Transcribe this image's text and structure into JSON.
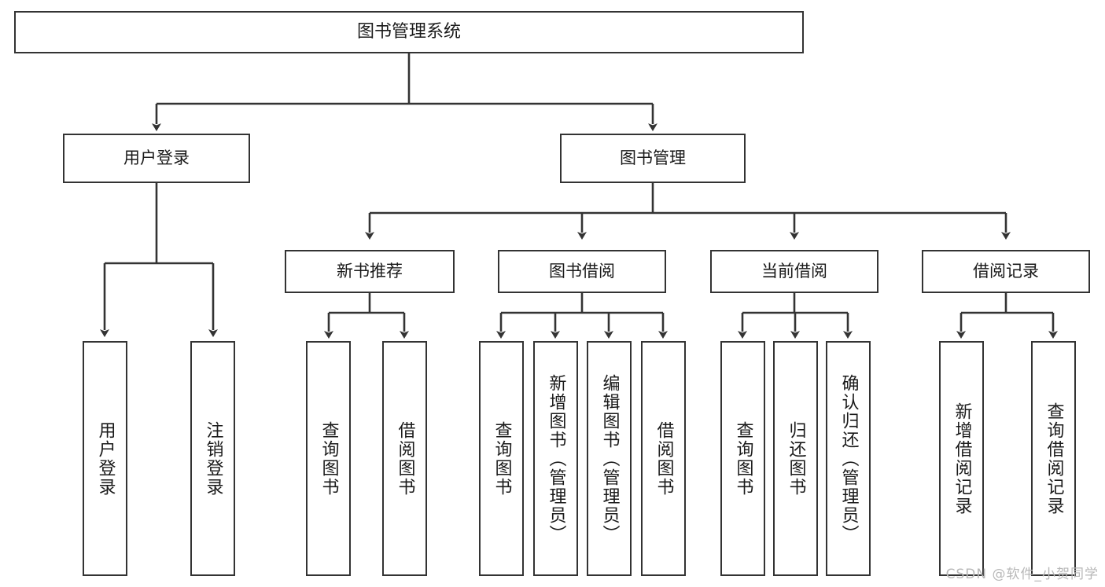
{
  "diagram": {
    "title": "图书管理系统",
    "type": "tree",
    "stroke_color": "#333333",
    "fill_color": "#ffffff",
    "text_color": "#1a1a1a",
    "root": {
      "label": "图书管理系统"
    },
    "level2": [
      {
        "label": "用户登录"
      },
      {
        "label": "图书管理"
      }
    ],
    "level3": [
      {
        "label": "新书推荐"
      },
      {
        "label": "图书借阅"
      },
      {
        "label": "当前借阅"
      },
      {
        "label": "借阅记录"
      }
    ],
    "leaves": {
      "user_login": [
        {
          "label": "用户登录"
        },
        {
          "label": "注销登录"
        }
      ],
      "new_book_recommend": [
        {
          "label": "查询图书"
        },
        {
          "label": "借阅图书"
        }
      ],
      "book_borrow": [
        {
          "label": "查询图书"
        },
        {
          "label": "新增图书（管理员）"
        },
        {
          "label": "编辑图书（管理员）"
        },
        {
          "label": "借阅图书"
        }
      ],
      "current_borrow": [
        {
          "label": "查询图书"
        },
        {
          "label": "归还图书"
        },
        {
          "label": "确认归还（管理员）"
        }
      ],
      "borrow_record": [
        {
          "label": "新增借阅记录"
        },
        {
          "label": "查询借阅记录"
        }
      ]
    }
  },
  "watermark": {
    "text": "CSDN @软件_小贺同学"
  }
}
